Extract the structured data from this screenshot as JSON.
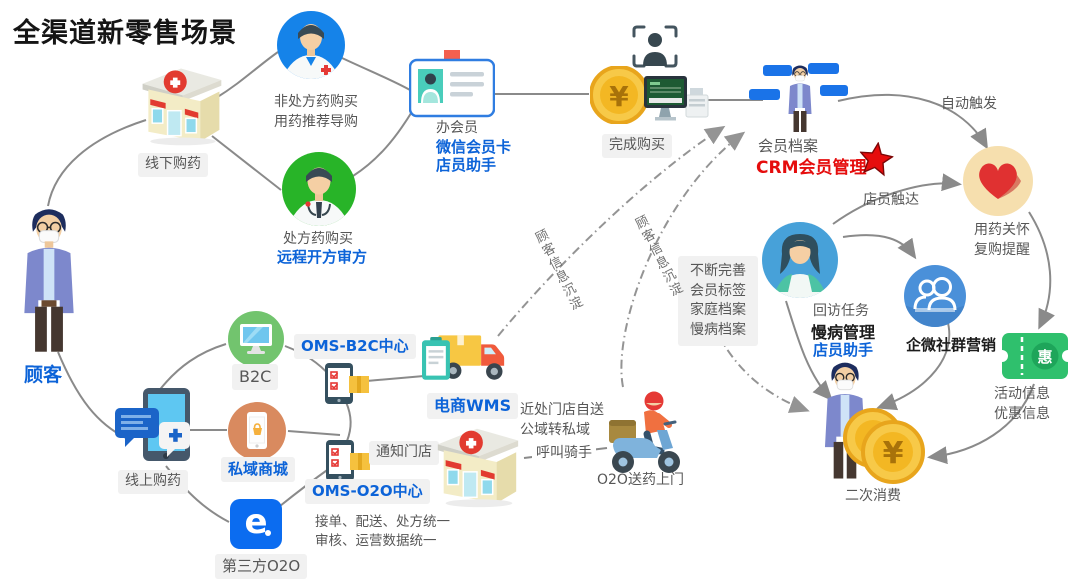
{
  "title": "全渠道新零售场景",
  "colors": {
    "accent_blue": "#0c63d8",
    "accent_red": "#e50d0d",
    "black_text": "#1c1c1c",
    "gray_text": "#575757",
    "line_gray": "#8a8a8a",
    "label_bg": "#f1f1f1"
  },
  "icons": {
    "yuan": "¥",
    "ticket_char": "惠",
    "eleme_letter": "e"
  },
  "nodes": {
    "offline_store": {
      "label": "线下购药"
    },
    "customer": {
      "label": "顾客"
    },
    "otc_doctor": {
      "line1": "非处方药购买",
      "line2": "用药推荐导购"
    },
    "rx_doctor": {
      "line1": "处方药购买",
      "line2": "远程开方审方"
    },
    "membership": {
      "line1": "办会员",
      "line2": "微信会员卡",
      "line3": "店员助手"
    },
    "checkout": {
      "label": "完成购买"
    },
    "crm": {
      "line1": "会员档案",
      "line2": "CRM会员管理"
    },
    "auto_trigger": {
      "label": "自动触发"
    },
    "med_care": {
      "line1": "用药关怀",
      "line2": "复购提醒"
    },
    "staff_reach": {
      "label": "店员触达"
    },
    "follow_up": {
      "line1": "回访任务",
      "line2": "慢病管理",
      "line3": "店员助手"
    },
    "wecom": {
      "label": "企微社群营销"
    },
    "coupon": {
      "line1": "活动信息",
      "line2": "优惠信息"
    },
    "repurchase": {
      "label": "二次消费"
    },
    "profile_box": {
      "line1": "不断完善",
      "line2": "会员标签",
      "line3": "家庭档案",
      "line4": "慢病档案"
    },
    "info_deposit": {
      "label": "顾客信息沉淀"
    },
    "b2c": {
      "label": "B2C"
    },
    "oms_b2c": {
      "label": "OMS-B2C中心"
    },
    "ecom_wms": {
      "label": "电商WMS"
    },
    "private_mall": {
      "label": "私域商城"
    },
    "oms_o2o": {
      "label": "OMS-O2O中心"
    },
    "notify_store": {
      "label": "通知门店"
    },
    "self_delivery": {
      "line1": "近处门店自送",
      "line2": "公域转私域"
    },
    "call_rider": {
      "label": "呼叫骑手"
    },
    "o2o_delivery": {
      "label": "O2O送药上门"
    },
    "online_purchase": {
      "label": "线上购药"
    },
    "third_party": {
      "label": "第三方O2O"
    },
    "third_party_note": {
      "line1": "接单、配送、处方统一",
      "line2": "审核、运营数据统一"
    }
  }
}
